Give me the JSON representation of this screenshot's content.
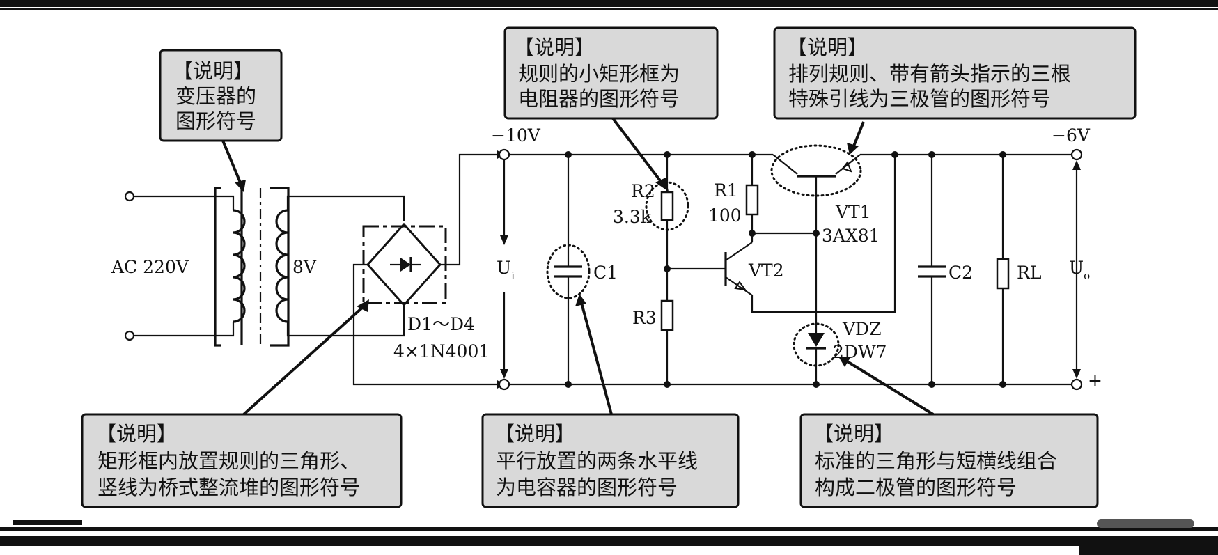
{
  "labels": {
    "ac_input": "AC 220V",
    "secondary": "8V",
    "bridge_name": "D1～D4",
    "bridge_part": "4×1N4001",
    "vin": "−10V",
    "vout": "−6V",
    "ui": "U",
    "ui_sub": "i",
    "uo": "U",
    "uo_sub": "o",
    "c1": "C1",
    "r2": "R2",
    "r2_value": "3.3k",
    "r1": "R1",
    "r1_value": "100",
    "r3": "R3",
    "vt1": "VT1",
    "vt1_part": "3AX81",
    "vt2": "VT2",
    "vdz": "VDZ",
    "vdz_part": "2DW7",
    "c2": "C2",
    "rl": "RL",
    "plus": "+"
  },
  "callouts": {
    "transformer": {
      "title": "【说明】",
      "lines": [
        "变压器的",
        "图形符号"
      ]
    },
    "resistor": {
      "title": "【说明】",
      "lines": [
        "规则的小矩形框为",
        "电阻器的图形符号"
      ]
    },
    "transistor": {
      "title": "【说明】",
      "lines": [
        "排列规则、带有箭头指示的三根",
        "特殊引线为三极管的图形符号"
      ]
    },
    "bridge": {
      "title": "【说明】",
      "lines": [
        "矩形框内放置规则的三角形、",
        "竖线为桥式整流堆的图形符号"
      ]
    },
    "capacitor": {
      "title": "【说明】",
      "lines": [
        "平行放置的两条水平线",
        "为电容器的图形符号"
      ]
    },
    "diode": {
      "title": "【说明】",
      "lines": [
        "标准的三角形与短横线组合",
        "构成二极管的图形符号"
      ]
    }
  },
  "colors": {
    "ink": "#111111",
    "box_fill": "#d9d9d9",
    "background": "#ffffff"
  }
}
